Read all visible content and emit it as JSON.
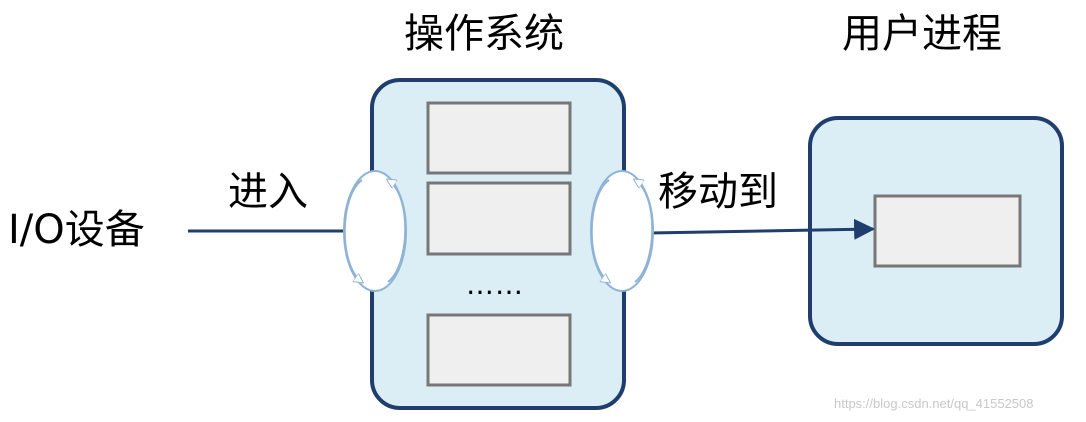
{
  "diagram": {
    "os_title": "操作系统",
    "user_title": "用户进程",
    "io_device_label": "I/O设备",
    "enter_label": "进入",
    "move_label": "移动到",
    "ellipsis": "……",
    "watermark": "https://blog.csdn.net/qq_41552508"
  },
  "colors": {
    "container_fill": "#dbeef5",
    "container_stroke": "#1f3e6e",
    "buffer_fill": "#efefef",
    "buffer_stroke": "#777777",
    "arrow": "#1f3e6e",
    "cycle_stroke": "#8fb3d6"
  },
  "icons": {
    "cycle": "circular-transfer-arrows-icon",
    "arrowhead": "arrowhead-icon"
  }
}
